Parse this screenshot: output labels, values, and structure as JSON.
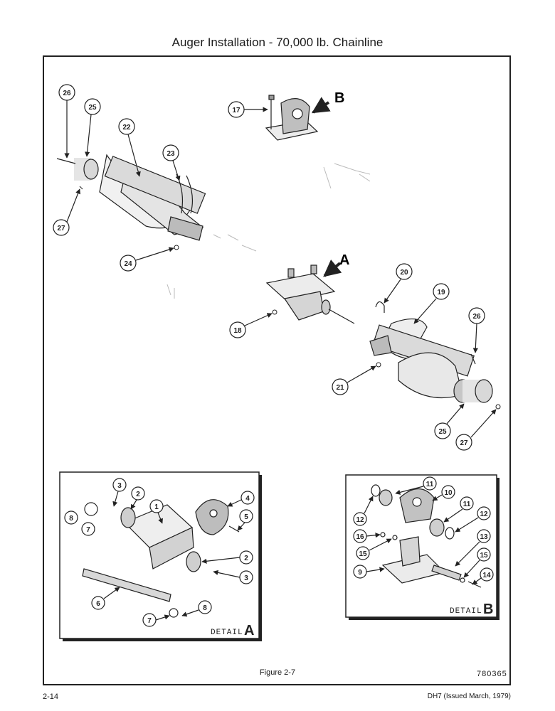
{
  "title": "Auger Installation - 70,000 lb. Chainline",
  "figure_caption": "Figure 2-7",
  "drawing_code": "780365",
  "page_number": "2-14",
  "issue_note": "DH7 (Issued March, 1979)",
  "view_letters": {
    "a": "A",
    "b": "B"
  },
  "detail_a": {
    "label": "DETAIL",
    "letter": "A"
  },
  "detail_b": {
    "label": "DETAIL",
    "letter": "B"
  },
  "callouts": {
    "c26a": "26",
    "c25a": "25",
    "c22": "22",
    "c23": "23",
    "c27a": "27",
    "c24": "24",
    "c17": "17",
    "c18": "18",
    "c20": "20",
    "c19": "19",
    "c26b": "26",
    "c21": "21",
    "c25b": "25",
    "c27b": "27",
    "a3": "3",
    "a2": "2",
    "a1": "1",
    "a4": "4",
    "a5": "5",
    "a8": "8",
    "a7": "7",
    "a2b": "2",
    "a3b": "3",
    "a6": "6",
    "a7b": "7",
    "a8b": "8",
    "b11": "11",
    "b10": "10",
    "b11b": "11",
    "b12": "12",
    "b12b": "12",
    "b16": "16",
    "b15": "15",
    "b13": "13",
    "b15b": "15",
    "b9": "9",
    "b14": "14"
  }
}
